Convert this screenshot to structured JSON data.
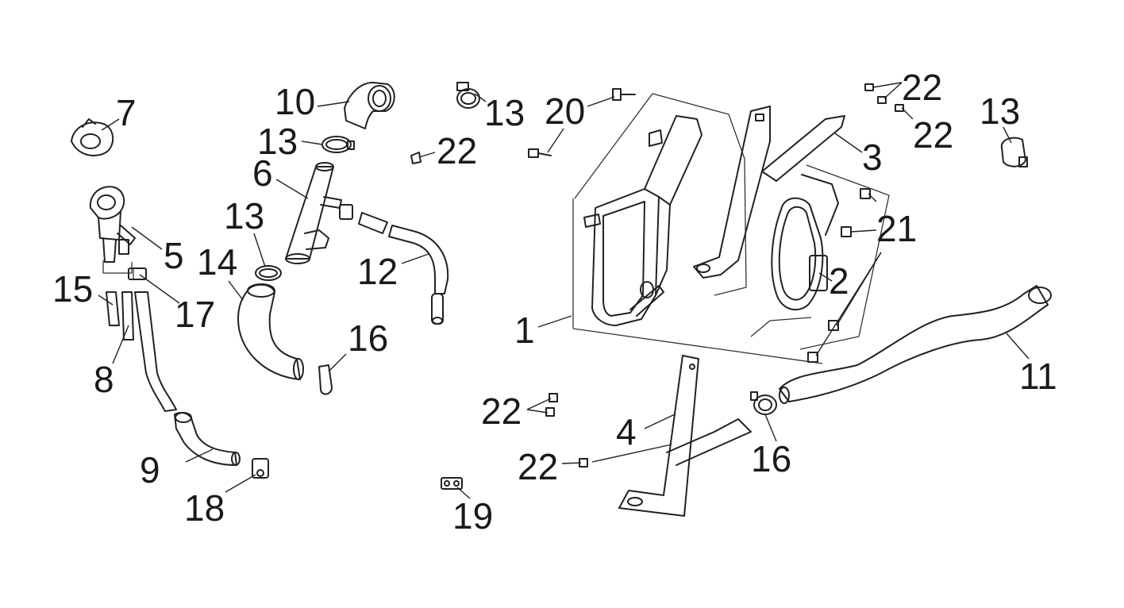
{
  "diagram": {
    "callouts": {
      "c1": "1",
      "c2": "2",
      "c3": "3",
      "c4": "4",
      "c5": "5",
      "c6": "6",
      "c7": "7",
      "c8": "8",
      "c9": "9",
      "c10": "10",
      "c11": "11",
      "c12": "12",
      "c13a": "13",
      "c13b": "13",
      "c13c": "13",
      "c13d": "13",
      "c14": "14",
      "c15": "15",
      "c16a": "16",
      "c16b": "16",
      "c17": "17",
      "c18": "18",
      "c19": "19",
      "c20": "20",
      "c21": "21",
      "c22a": "22",
      "c22b": "22",
      "c22c": "22",
      "c22d": "22",
      "c22e": "22"
    }
  }
}
